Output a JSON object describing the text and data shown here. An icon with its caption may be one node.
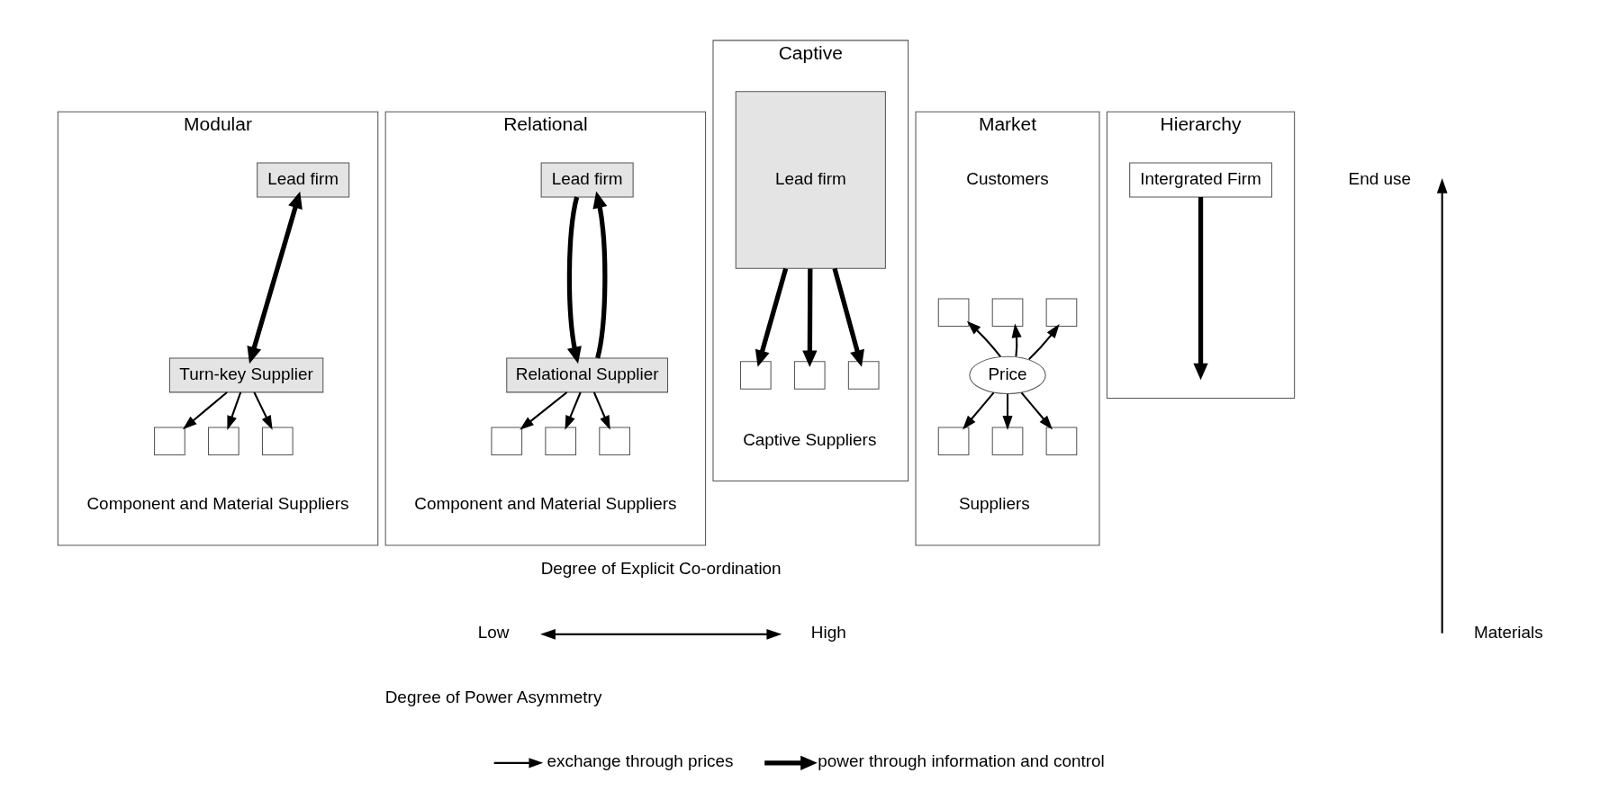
{
  "diagram": {
    "nodes": [
      {
        "text": [
          "Market"
        ]
      },
      {
        "text": [],
        "shape": "box",
        "in": 0
      },
      {
        "text": [],
        "shape": "box",
        "in": 0
      },
      {
        "text": [],
        "shape": "box",
        "in": 0
      },
      {
        "text": [
          "Price"
        ],
        "in": 0
      },
      {
        "text": [],
        "shape": "box",
        "in": 0
      },
      {
        "text": [],
        "shape": "box",
        "in": 0
      },
      {
        "text": [],
        "shape": "box",
        "in": 0
      },
      {
        "text": [
          "Modular"
        ]
      },
      {
        "text": [
          "Lead firm"
        ],
        "in": 8
      },
      {
        "text": [
          "Turn-key Supplier"
        ],
        "in": 8
      },
      {
        "text": [],
        "shape": "box",
        "in": 8
      },
      {
        "text": [],
        "shape": "box",
        "in": 8
      },
      {
        "text": [],
        "shape": "box",
        "in": 8
      },
      {
        "text": [
          "Relational"
        ]
      },
      {
        "text": [
          "Lead firm"
        ],
        "in": 14
      },
      {
        "text": [
          "Relational Supplier"
        ],
        "in": 14
      },
      {
        "text": [],
        "shape": "box",
        "in": 14
      },
      {
        "text": [],
        "shape": "box",
        "in": 14
      },
      {
        "text": [],
        "shape": "box",
        "in": 14
      },
      {
        "text": [
          "Captive"
        ]
      },
      {
        "text": [
          "Lead firm"
        ],
        "in": 20
      },
      {
        "text": [],
        "shape": "box",
        "in": 20
      },
      {
        "text": [],
        "shape": "box",
        "in": 20
      },
      {
        "text": [],
        "shape": "box",
        "in": 20
      },
      {
        "text": [
          "Hierarchy"
        ]
      },
      {
        "text": [
          "Intergrated Firm"
        ],
        "in": 25
      }
    ],
    "edges": [
      {
        "from": 4,
        "to": 1,
        "arrow": "to"
      },
      {
        "from": 4,
        "to": 2,
        "arrow": "to"
      },
      {
        "from": 4,
        "to": 3,
        "arrow": "to"
      },
      {
        "from": 4,
        "to": 5,
        "arrow": "to"
      },
      {
        "from": 4,
        "to": 6,
        "arrow": "to"
      },
      {
        "from": 4,
        "to": 7,
        "arrow": "to"
      },
      {
        "from": 9,
        "to": 10,
        "arrow": "both",
        "style": "thick"
      },
      {
        "from": 10,
        "to": 11,
        "arrow": "to"
      },
      {
        "from": 10,
        "to": 12,
        "arrow": "to"
      },
      {
        "from": 10,
        "to": 13,
        "arrow": "to"
      },
      {
        "from": 15,
        "to": 16,
        "arrow": "to",
        "style": "thick"
      },
      {
        "from": 16,
        "to": 15,
        "arrow": "to",
        "style": "thick"
      },
      {
        "from": 16,
        "to": 17,
        "arrow": "to"
      },
      {
        "from": 16,
        "to": 18,
        "arrow": "to"
      },
      {
        "from": 16,
        "to": 19,
        "arrow": "to"
      },
      {
        "from": 21,
        "to": 22,
        "arrow": "to",
        "style": "thick"
      },
      {
        "from": 21,
        "to": 23,
        "arrow": "to",
        "style": "thick"
      },
      {
        "from": 21,
        "to": 24,
        "arrow": "to",
        "style": "thick"
      },
      {
        "from": 26,
        "to": null,
        "arrow": "to",
        "style": "thick"
      }
    ],
    "labels": [
      "End use",
      "Materials",
      "Customers",
      "Suppliers",
      "Component and Material Suppliers",
      "Component and Material Suppliers",
      "Captive Suppliers",
      "Degree of Explicit Co-ordination",
      "Low",
      "High",
      "Degree of Power Asymmetry"
    ],
    "legend": [
      {
        "text": "exchange through prices"
      },
      {
        "text": "power through information and control"
      }
    ]
  }
}
